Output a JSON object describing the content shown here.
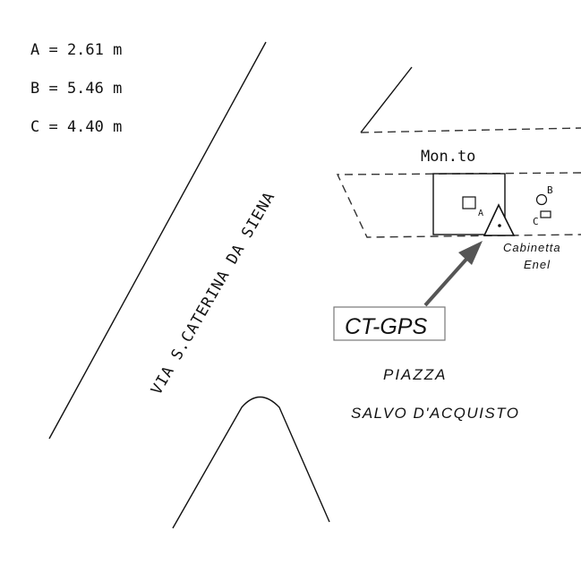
{
  "legend": [
    {
      "text": "A = 2.61 m"
    },
    {
      "text": "B = 5.46 m"
    },
    {
      "text": "C = 4.40 m"
    }
  ],
  "street_label": "VIA S.CATERINA DA SIENA",
  "monument_label": "Mon.to",
  "point_labels": {
    "a": "A",
    "b": "B",
    "c": "C"
  },
  "cabinet_label": {
    "line1": "Cabinetta",
    "line2": "Enel"
  },
  "station_label": "CT-GPS",
  "square_label": {
    "line1": "PIAZZA",
    "line2": "SALVO D'ACQUISTO"
  },
  "colors": {
    "line": "#111111",
    "dash": "#333333",
    "arrow": "#555555"
  }
}
